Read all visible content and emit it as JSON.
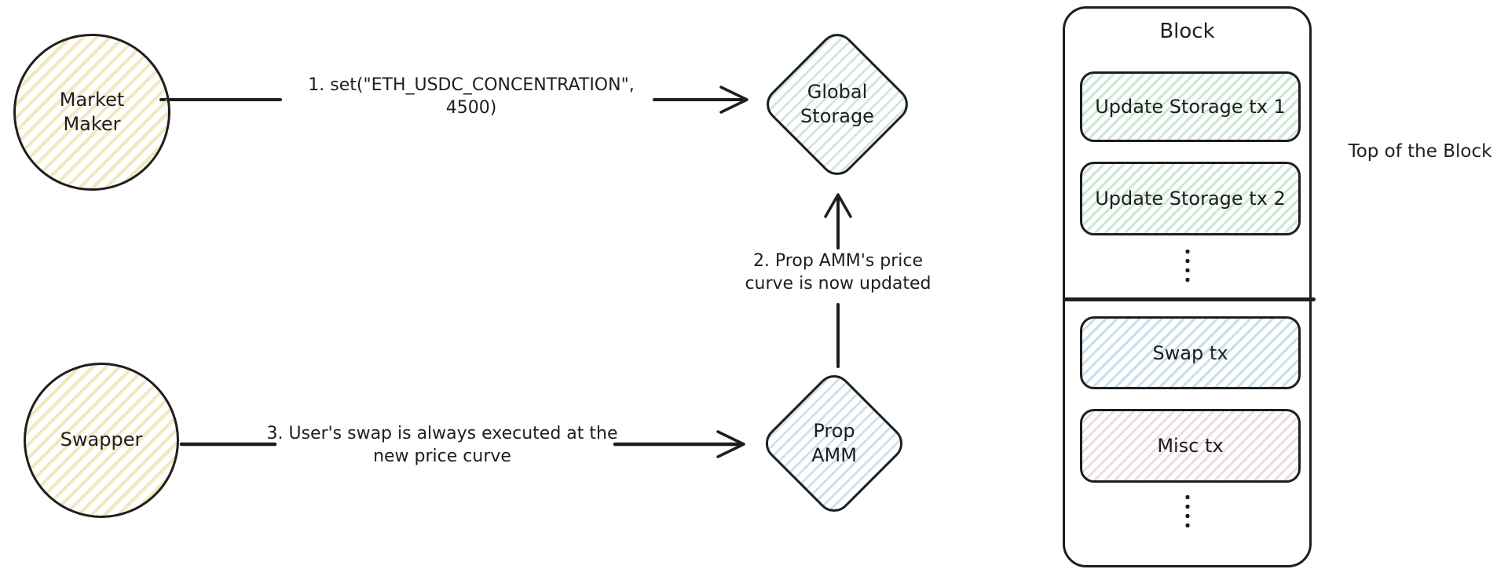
{
  "nodes": {
    "market_maker": {
      "label": "Market\nMaker"
    },
    "swapper": {
      "label": "Swapper"
    },
    "global_storage": {
      "label": "Global\nStorage"
    },
    "prop_amm": {
      "label": "Prop\nAMM"
    }
  },
  "arrows": {
    "set_concentration": {
      "label": "1. set(\"ETH_USDC_CONCENTRATION\",\n4500)"
    },
    "price_curve_updated": {
      "label": "2. Prop AMM's price\ncurve is now updated"
    },
    "swap_executed": {
      "label": "3. User's swap is always executed at the\nnew price curve"
    }
  },
  "block": {
    "title": "Block",
    "top_label": "Top of the Block",
    "transactions": [
      {
        "label": "Update Storage tx 1",
        "theme": "green"
      },
      {
        "label": "Update Storage tx 2",
        "theme": "green"
      },
      {
        "label": "Swap tx",
        "theme": "blue"
      },
      {
        "label": "Misc tx",
        "theme": "red"
      }
    ]
  },
  "colors": {
    "stroke": "#1e1e1e",
    "yellow_hatch": "#e7d078",
    "green_hatch": "#9ad6ae",
    "blue_hatch": "#93c5eb",
    "red_hatch": "#e6a0a0",
    "background": "#ffffff"
  }
}
